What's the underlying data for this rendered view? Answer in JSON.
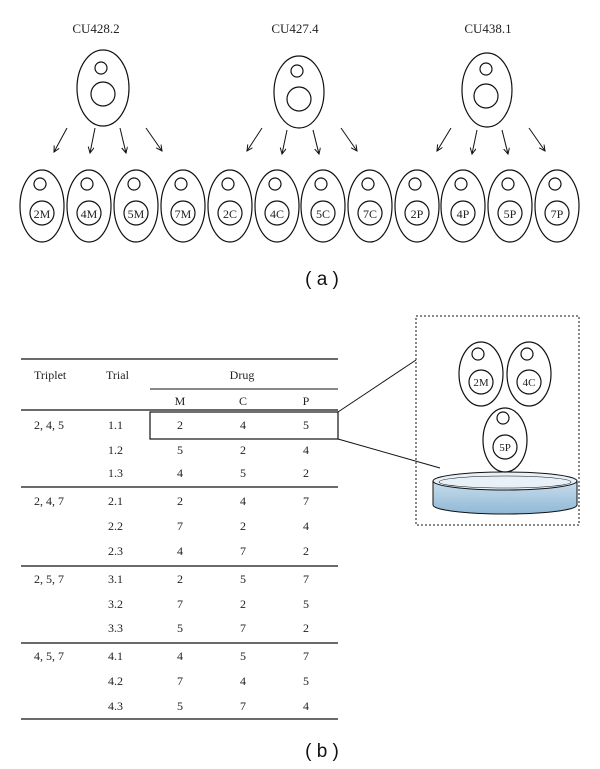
{
  "panel_a": {
    "caption": "( a )",
    "parents": [
      {
        "label": "CU428.2",
        "children": [
          "2M",
          "4M",
          "5M",
          "7M"
        ]
      },
      {
        "label": "CU427.4",
        "children": [
          "2C",
          "4C",
          "5C",
          "7C"
        ]
      },
      {
        "label": "CU438.1",
        "children": [
          "2P",
          "4P",
          "5P",
          "7P"
        ]
      }
    ]
  },
  "panel_b": {
    "caption": "( b )",
    "table": {
      "headers": {
        "triplet": "Triplet",
        "trial": "Trial",
        "drug": "Drug"
      },
      "drug_columns": [
        "M",
        "C",
        "P"
      ],
      "groups": [
        {
          "triplet": "2, 4, 5",
          "rows": [
            {
              "trial": "1.1",
              "values": [
                "2",
                "4",
                "5"
              ],
              "highlighted": true
            },
            {
              "trial": "1.2",
              "values": [
                "5",
                "2",
                "4"
              ]
            },
            {
              "trial": "1.3",
              "values": [
                "4",
                "5",
                "2"
              ]
            }
          ]
        },
        {
          "triplet": "2, 4, 7",
          "rows": [
            {
              "trial": "2.1",
              "values": [
                "2",
                "4",
                "7"
              ]
            },
            {
              "trial": "2.2",
              "values": [
                "7",
                "2",
                "4"
              ]
            },
            {
              "trial": "2.3",
              "values": [
                "4",
                "7",
                "2"
              ]
            }
          ]
        },
        {
          "triplet": "2, 5, 7",
          "rows": [
            {
              "trial": "3.1",
              "values": [
                "2",
                "5",
                "7"
              ]
            },
            {
              "trial": "3.2",
              "values": [
                "7",
                "2",
                "5"
              ]
            },
            {
              "trial": "3.3",
              "values": [
                "5",
                "7",
                "2"
              ]
            }
          ]
        },
        {
          "triplet": "4, 5, 7",
          "rows": [
            {
              "trial": "4.1",
              "values": [
                "4",
                "5",
                "7"
              ]
            },
            {
              "trial": "4.2",
              "values": [
                "7",
                "4",
                "5"
              ]
            },
            {
              "trial": "4.3",
              "values": [
                "5",
                "7",
                "4"
              ]
            }
          ]
        }
      ]
    },
    "zoom_cells": [
      "2M",
      "4C",
      "5P"
    ],
    "colors": {
      "dish_liquid": "#8fb8d6",
      "dish_liquid_light": "#c9dded",
      "lines": "#111111"
    }
  }
}
